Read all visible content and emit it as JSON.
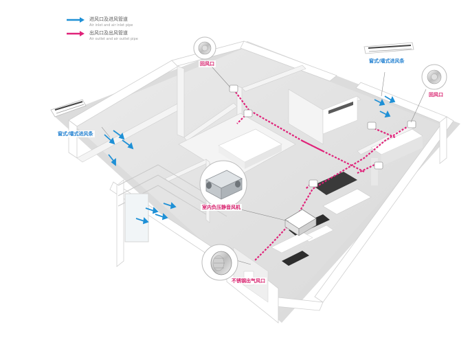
{
  "legend": {
    "inlet": {
      "label": "进风口及进风管道",
      "sub": "Air inlet and air inlet pipe",
      "color": "#1e90d6"
    },
    "outlet": {
      "label": "出风口及出风管道",
      "sub": "Air outlet and air outlet pipe",
      "color": "#e0237a"
    }
  },
  "labels": {
    "return_vent": "回风口",
    "wall_inlet_left": "窗式/墙式进风条",
    "wall_inlet_right": "窗式/墙式进风条",
    "return_vent_right": "回风口",
    "fan_unit": "室内负压静音风机",
    "exhaust_vent": "不锈钢出气风口"
  }
}
